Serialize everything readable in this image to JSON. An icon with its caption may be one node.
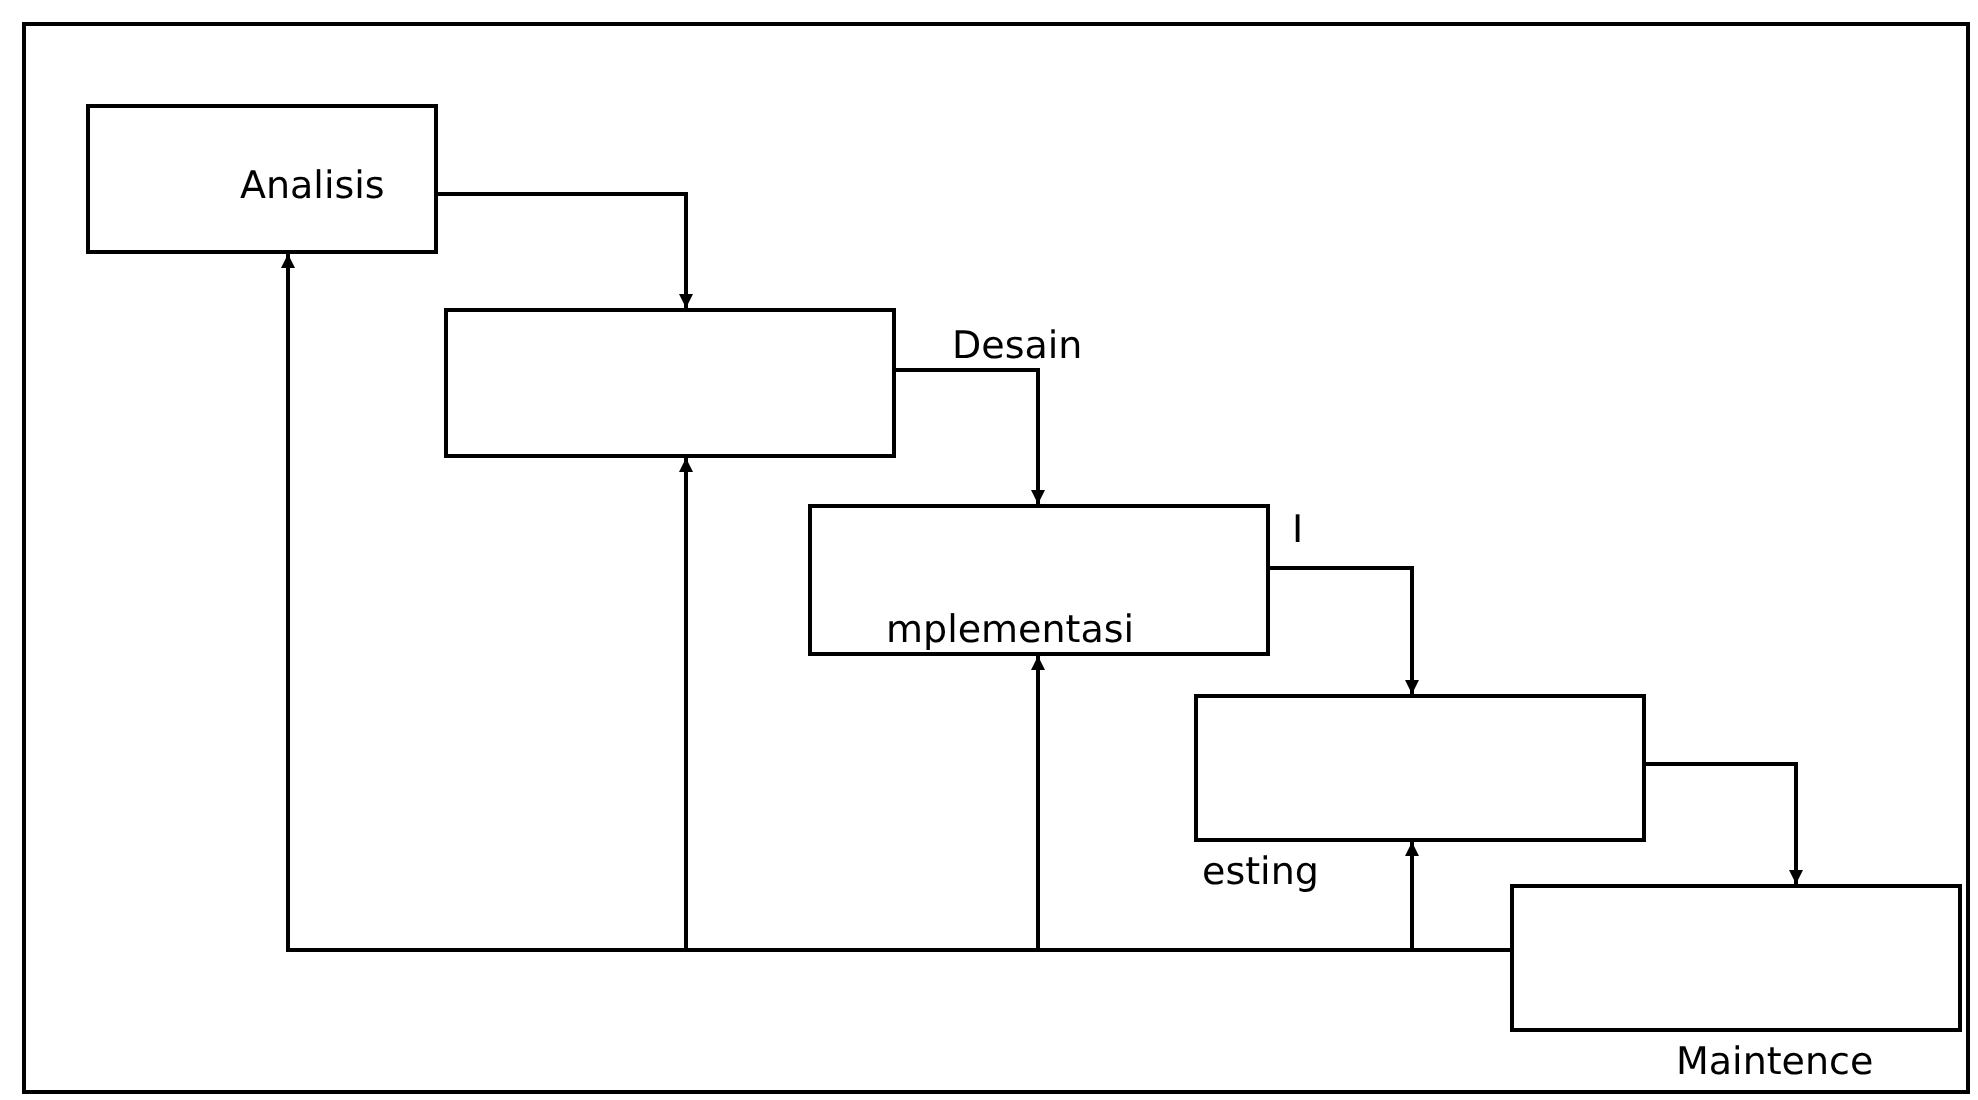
{
  "diagram": {
    "nodes": [
      {
        "text": [
          "Analisis"
        ]
      },
      {
        "text": [
          "Desain"
        ]
      },
      {
        "text": [
          "I",
          "mplementasi"
        ]
      },
      {
        "text": [
          "esting"
        ]
      },
      {
        "text": [
          "Maintence"
        ]
      }
    ],
    "edges": [
      {
        "from": 0,
        "to": 1,
        "arrow": "to"
      },
      {
        "from": 1,
        "to": 2,
        "arrow": "to"
      },
      {
        "from": 2,
        "to": 3,
        "arrow": "to"
      },
      {
        "from": 3,
        "to": 4,
        "arrow": "to"
      },
      {
        "from": 4,
        "to": 3,
        "arrow": "to"
      },
      {
        "from": 4,
        "to": 2,
        "arrow": "to"
      },
      {
        "from": 4,
        "to": 1,
        "arrow": "to"
      },
      {
        "from": 4,
        "to": 0,
        "arrow": "to"
      }
    ]
  }
}
